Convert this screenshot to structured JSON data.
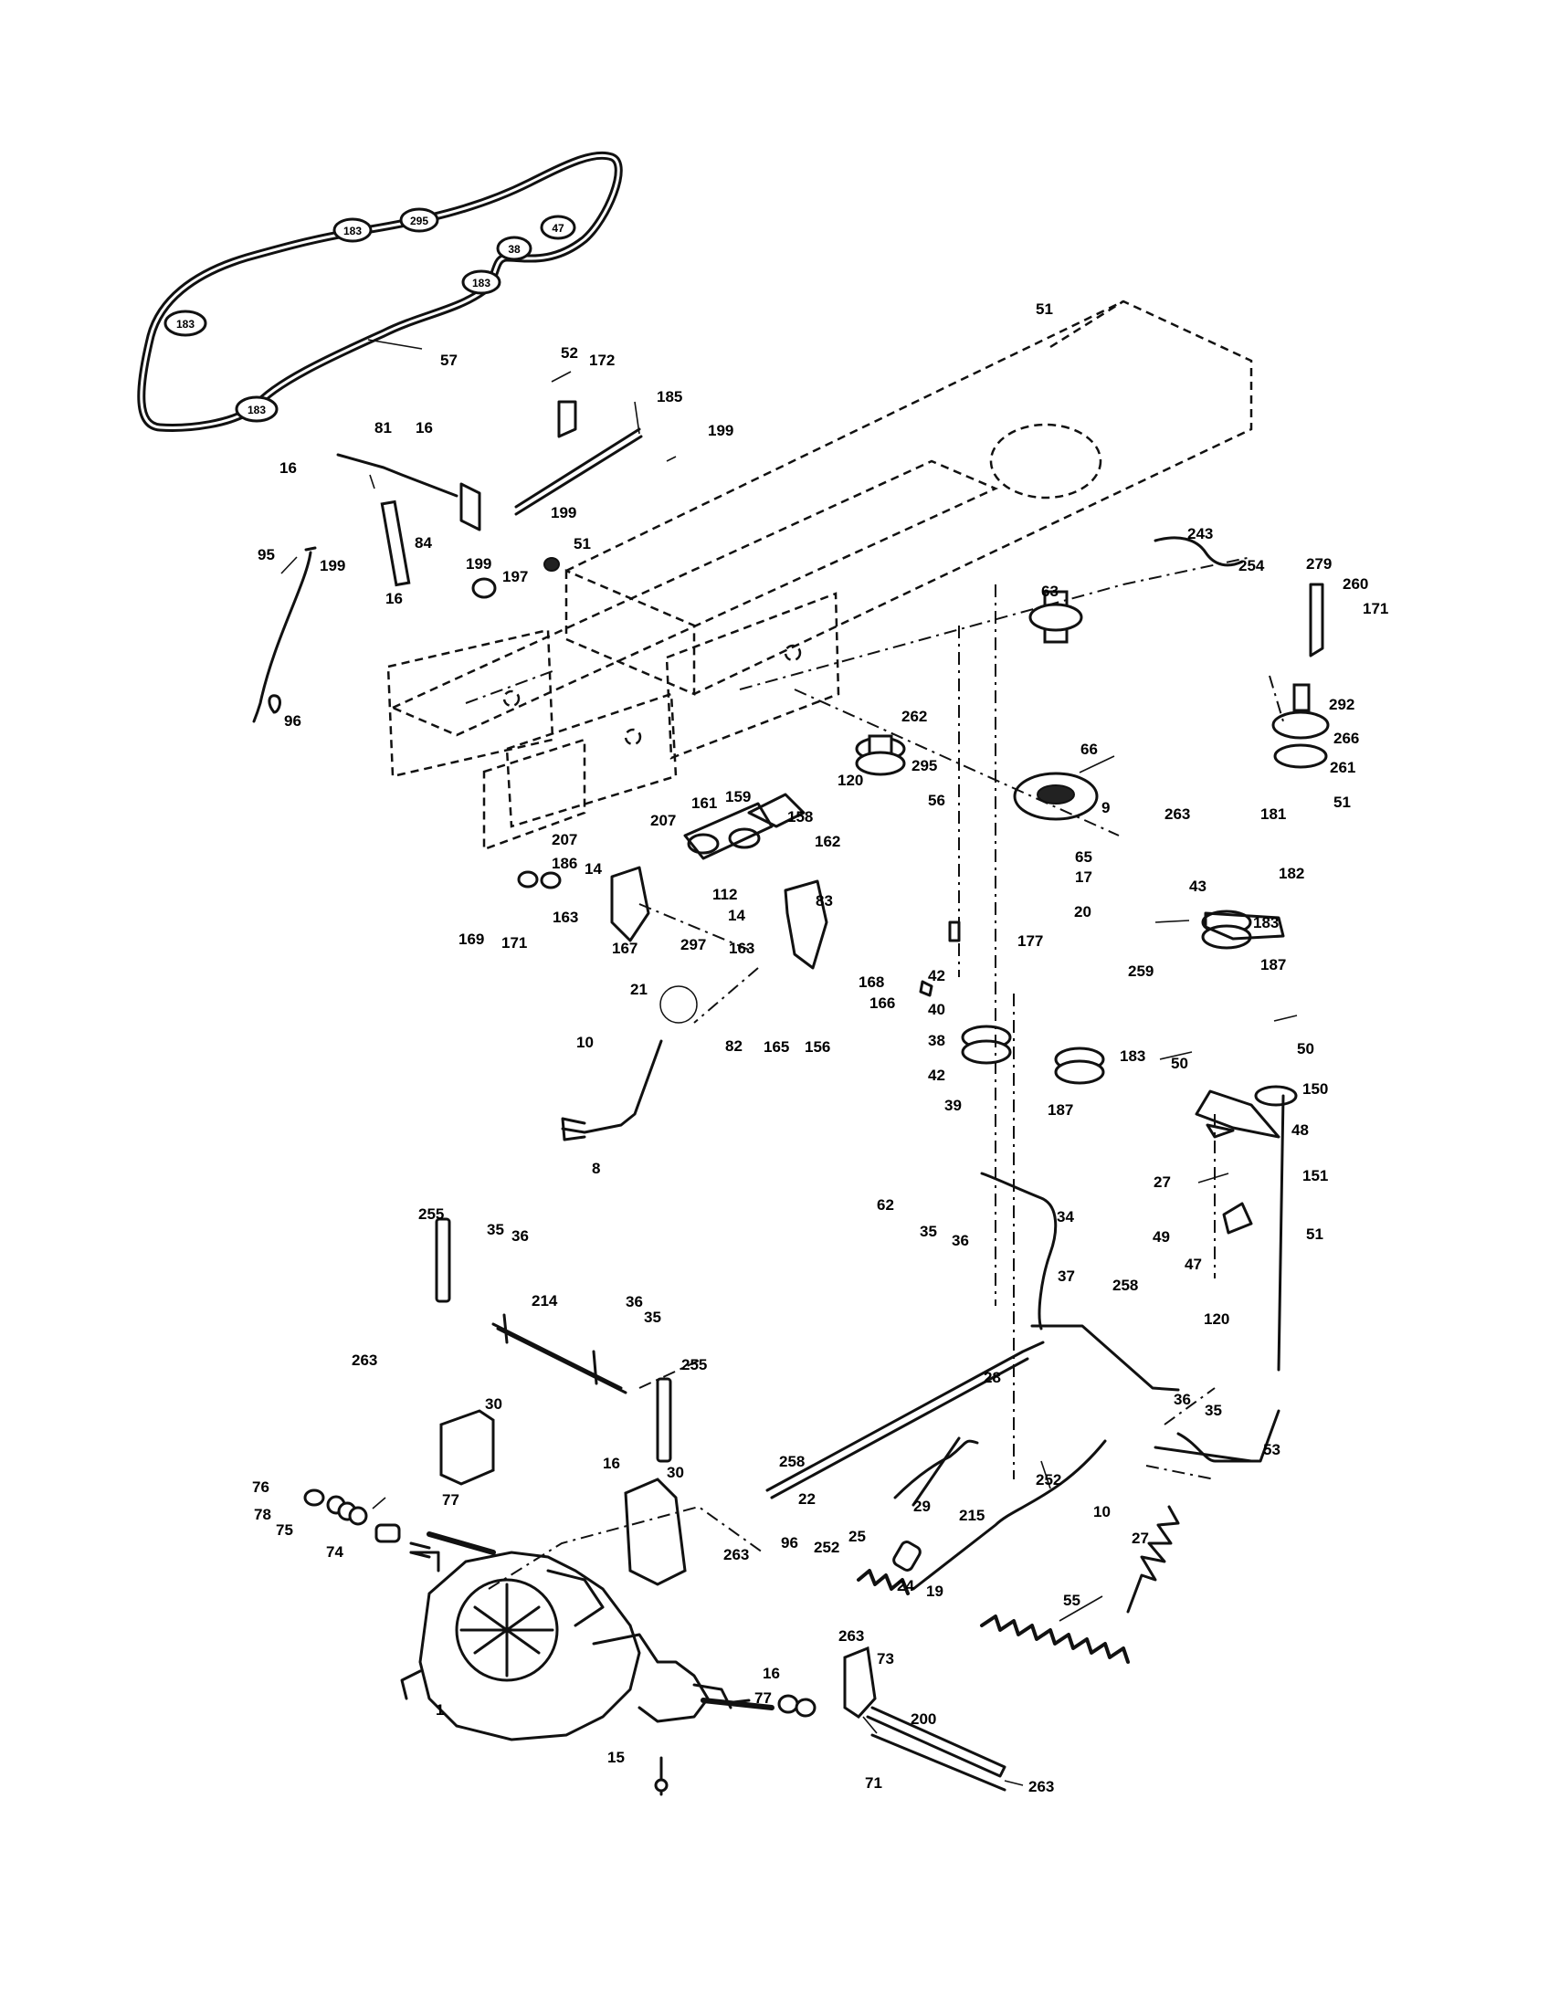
{
  "belt": {
    "pulley_labels": [
      "183",
      "295",
      "38",
      "47",
      "183",
      "183",
      "183"
    ]
  },
  "callouts": {
    "c57": "57",
    "c52": "52",
    "c172": "172",
    "c185": "185",
    "c199a": "199",
    "c81": "81",
    "c16a": "16",
    "c16b": "16",
    "c199b": "199",
    "c95": "95",
    "c199c": "199",
    "c84": "84",
    "c199d": "199",
    "c51a": "51",
    "c197": "197",
    "c16c": "16",
    "c96a": "96",
    "c51b": "51",
    "c243": "243",
    "c254": "254",
    "c279": "279",
    "c260": "260",
    "c171a": "171",
    "c63": "63",
    "c292": "292",
    "c266": "266",
    "c261": "261",
    "c51c": "51",
    "c262": "262",
    "c66": "66",
    "c295": "295",
    "c120a": "120",
    "c56": "56",
    "c9": "9",
    "c263a": "263",
    "c181": "181",
    "c65": "65",
    "c17": "17",
    "c182": "182",
    "c43": "43",
    "c20": "20",
    "c183a": "183",
    "c187a": "187",
    "c161": "161",
    "c159": "159",
    "c158": "158",
    "c207a": "207",
    "c162": "162",
    "c207b": "207",
    "c186": "186",
    "c14a": "14",
    "c112": "112",
    "c14b": "14",
    "c163a": "163",
    "c83": "83",
    "c163b": "163",
    "c169": "169",
    "c171b": "171",
    "c167": "167",
    "c297": "297",
    "c177": "177",
    "c42a": "42",
    "c259": "259",
    "c168": "168",
    "c21": "21",
    "c166": "166",
    "c40": "40",
    "c82": "82",
    "c165": "165",
    "c156": "156",
    "c38": "38",
    "c183b": "183",
    "c10a": "10",
    "c42b": "42",
    "c39": "39",
    "c187b": "187",
    "c8": "8",
    "c50a": "50",
    "c50b": "50",
    "c150": "150",
    "c48": "48",
    "c27a": "27",
    "c151": "151",
    "c62": "62",
    "c35a": "35",
    "c36a": "36",
    "c34": "34",
    "c49": "49",
    "c51d": "51",
    "c47": "47",
    "c255a": "255",
    "c35b": "35",
    "c36b": "36",
    "c37": "37",
    "c214": "214",
    "c36c": "36",
    "c35c": "35",
    "c258a": "258",
    "c120b": "120",
    "c255b": "255",
    "c263b": "263",
    "c28": "28",
    "c36d": "36",
    "c35d": "35",
    "c30a": "30",
    "c53": "53",
    "c258b": "258",
    "c16d": "16",
    "c30b": "30",
    "c22": "22",
    "c29": "29",
    "c252a": "252",
    "c10b": "10",
    "c76": "76",
    "c77a": "77",
    "c78": "78",
    "c75": "75",
    "c215": "215",
    "c74": "74",
    "c25": "25",
    "c27b": "27",
    "c263c": "263",
    "c96b": "96",
    "c252b": "252",
    "c24": "24",
    "c19": "19",
    "c55": "55",
    "c263d": "263",
    "c73": "73",
    "c16e": "16",
    "c77b": "77",
    "c1": "1",
    "c200": "200",
    "c15": "15",
    "c71": "71",
    "c263e": "263"
  }
}
